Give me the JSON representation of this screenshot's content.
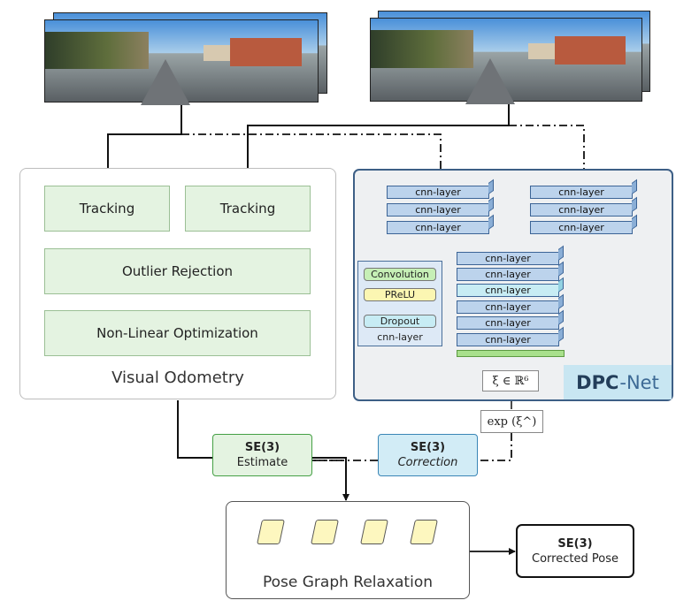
{
  "visual_odometry": {
    "tracking_left": "Tracking",
    "tracking_right": "Tracking",
    "outlier_rejection": "Outlier Rejection",
    "optimization": "Non-Linear Optimization",
    "caption": "Visual Odometry"
  },
  "dpc_net": {
    "layer_label": "cnn-layer",
    "inset": {
      "convolution": "Convolution",
      "prelu": "PReLU",
      "dropout": "Dropout",
      "layer": "cnn-layer"
    },
    "output_math": "ξ ∈ ℝ⁶",
    "exp_math": "exp (ξ^)",
    "title_bold": "DPC",
    "title_rest": "-Net"
  },
  "se3_estimate": {
    "title": "SE(3)",
    "subtitle": "Estimate"
  },
  "se3_correction": {
    "title": "SE(3)",
    "subtitle": "Correction"
  },
  "pose_graph": {
    "caption": "Pose Graph Relaxation"
  },
  "corrected_pose": {
    "title": "SE(3)",
    "subtitle": "Corrected Pose"
  },
  "colors": {
    "vo_fill": "#e4f3e1",
    "cnn_fill": "#bcd3ec",
    "dpc_border": "#3d5f86",
    "correction_fill": "#d2ecf6",
    "node_fill": "#fdf7bf"
  }
}
